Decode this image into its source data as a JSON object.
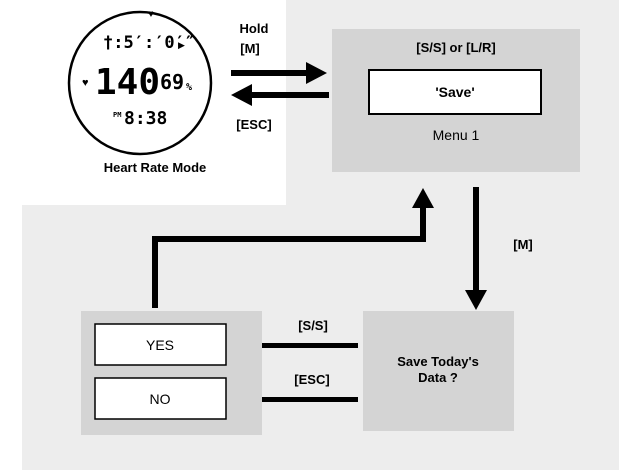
{
  "watch": {
    "line1": "†:5′:′0′″",
    "main_value": "140",
    "main_pct": "69",
    "pct_sign": "%",
    "line3": "8:38",
    "line3_prefix": "PM"
  },
  "labels": {
    "mode": "Heart Rate Mode",
    "hold": "Hold",
    "m_key": "[M]",
    "esc_top": "[ESC]",
    "menu_header": "[S/S] or [L/R]",
    "save_box": "'Save'",
    "menu_name": "Menu 1",
    "m_down": "[M]",
    "ss": "[S/S]",
    "esc_bottom": "[ESC]",
    "question_line1": "Save Today's",
    "question_line2": "Data ?",
    "yes": "YES",
    "no": "NO"
  },
  "colors": {
    "panel_bg": "#ededed",
    "box_bg": "#d4d4d4",
    "arrow": "#000000"
  }
}
